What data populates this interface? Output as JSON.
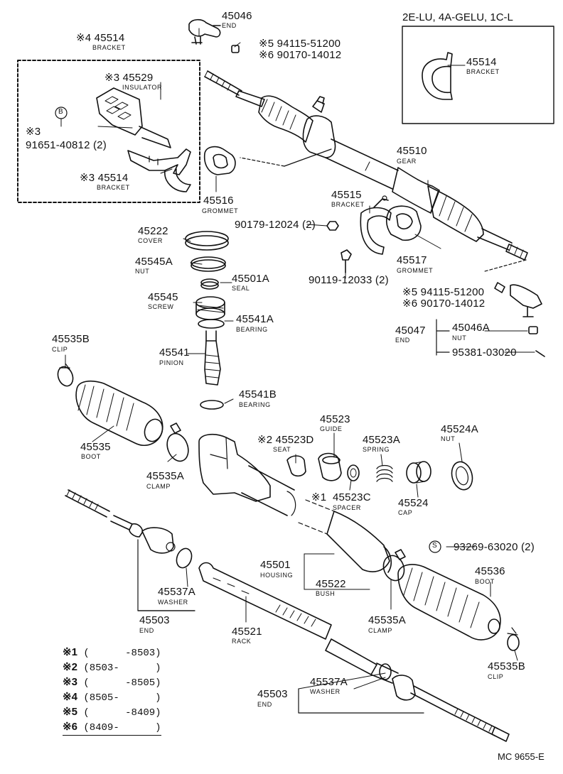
{
  "variant": {
    "title": "2E-LU, 4A-GELU, 1C-L",
    "part": "45514",
    "name": "BRACKET"
  },
  "labels": {
    "p45046": {
      "pn": "45046",
      "name": "END"
    },
    "p94115a": {
      "pn": "※5 94115-51200"
    },
    "p90170a": {
      "pn": "※6 90170-14012"
    },
    "p45514a": {
      "pn": "※4 45514",
      "name": "BRACKET"
    },
    "p45529": {
      "pn": "※3 45529",
      "name": "INSULATOR"
    },
    "pB": {
      "pn": "B"
    },
    "p91651": {
      "pn": "※3",
      "pn2": "91651-40812 (2)"
    },
    "p45514b": {
      "pn": "※3 45514",
      "name": "BRACKET"
    },
    "p45516": {
      "pn": "45516",
      "name": "GROMMET"
    },
    "p45510": {
      "pn": "45510",
      "name": "GEAR"
    },
    "p45515": {
      "pn": "45515",
      "name": "BRACKET"
    },
    "p90179": {
      "pn": "90179-12024 (2)"
    },
    "p45517": {
      "pn": "45517",
      "name": "GROMMET"
    },
    "p90119": {
      "pn": "90119-12033 (2)"
    },
    "p94115b": {
      "pn": "※5 94115-51200"
    },
    "p90170b": {
      "pn": "※6 90170-14012"
    },
    "p45047": {
      "pn": "45047",
      "name": "END"
    },
    "p45046A": {
      "pn": "45046A",
      "name": "NUT"
    },
    "p95381": {
      "pn": "95381-03020"
    },
    "p45222": {
      "pn": "45222",
      "name": "COVER"
    },
    "p45545A": {
      "pn": "45545A",
      "name": "NUT"
    },
    "p45501A": {
      "pn": "45501A",
      "name": "SEAL"
    },
    "p45545": {
      "pn": "45545",
      "name": "SCREW"
    },
    "p45541A": {
      "pn": "45541A",
      "name": "BEARING"
    },
    "p45541": {
      "pn": "45541",
      "name": "PINION"
    },
    "p45541B": {
      "pn": "45541B",
      "name": "BEARING"
    },
    "p45535Ba": {
      "pn": "45535B",
      "name": "CLIP"
    },
    "p45535": {
      "pn": "45535",
      "name": "BOOT"
    },
    "p45535Aa": {
      "pn": "45535A",
      "name": "CLAMP"
    },
    "p45523": {
      "pn": "45523",
      "name": "GUIDE"
    },
    "p45523D": {
      "pn": "※2 45523D",
      "name": "SEAT"
    },
    "p45523A": {
      "pn": "45523A",
      "name": "SPRING"
    },
    "p45524A": {
      "pn": "45524A",
      "name": "NUT"
    },
    "p1": {
      "pn": "※1"
    },
    "p45523C": {
      "pn": "45523C",
      "name": "SPACER"
    },
    "p45524": {
      "pn": "45524",
      "name": "CAP"
    },
    "p93269": {
      "pn": "S",
      "pn2": "93269-63020 (2)"
    },
    "p45501": {
      "pn": "45501",
      "name": "HOUSING"
    },
    "p45522": {
      "pn": "45522",
      "name": "BUSH"
    },
    "p45536": {
      "pn": "45536",
      "name": "BOOT"
    },
    "p45537Aa": {
      "pn": "45537A",
      "name": "WASHER"
    },
    "p45503a": {
      "pn": "45503",
      "name": "END"
    },
    "p45535Ab": {
      "pn": "45535A",
      "name": "CLAMP"
    },
    "p45521": {
      "pn": "45521",
      "name": "RACK"
    },
    "p45535Bb": {
      "pn": "45535B",
      "name": "CLIP"
    },
    "p45537Ab": {
      "pn": "45537A",
      "name": "WASHER"
    },
    "p45503b": {
      "pn": "45503",
      "name": "END"
    }
  },
  "legend": [
    {
      "mark": "※1",
      "range": "(      -8503)"
    },
    {
      "mark": "※2",
      "range": "(8503-      )"
    },
    {
      "mark": "※3",
      "range": "(      -8505)"
    },
    {
      "mark": "※4",
      "range": "(8505-      )"
    },
    {
      "mark": "※5",
      "range": "(      -8409)"
    },
    {
      "mark": "※6",
      "range": "(8409-      )"
    }
  ],
  "code": "MC 9655-E"
}
